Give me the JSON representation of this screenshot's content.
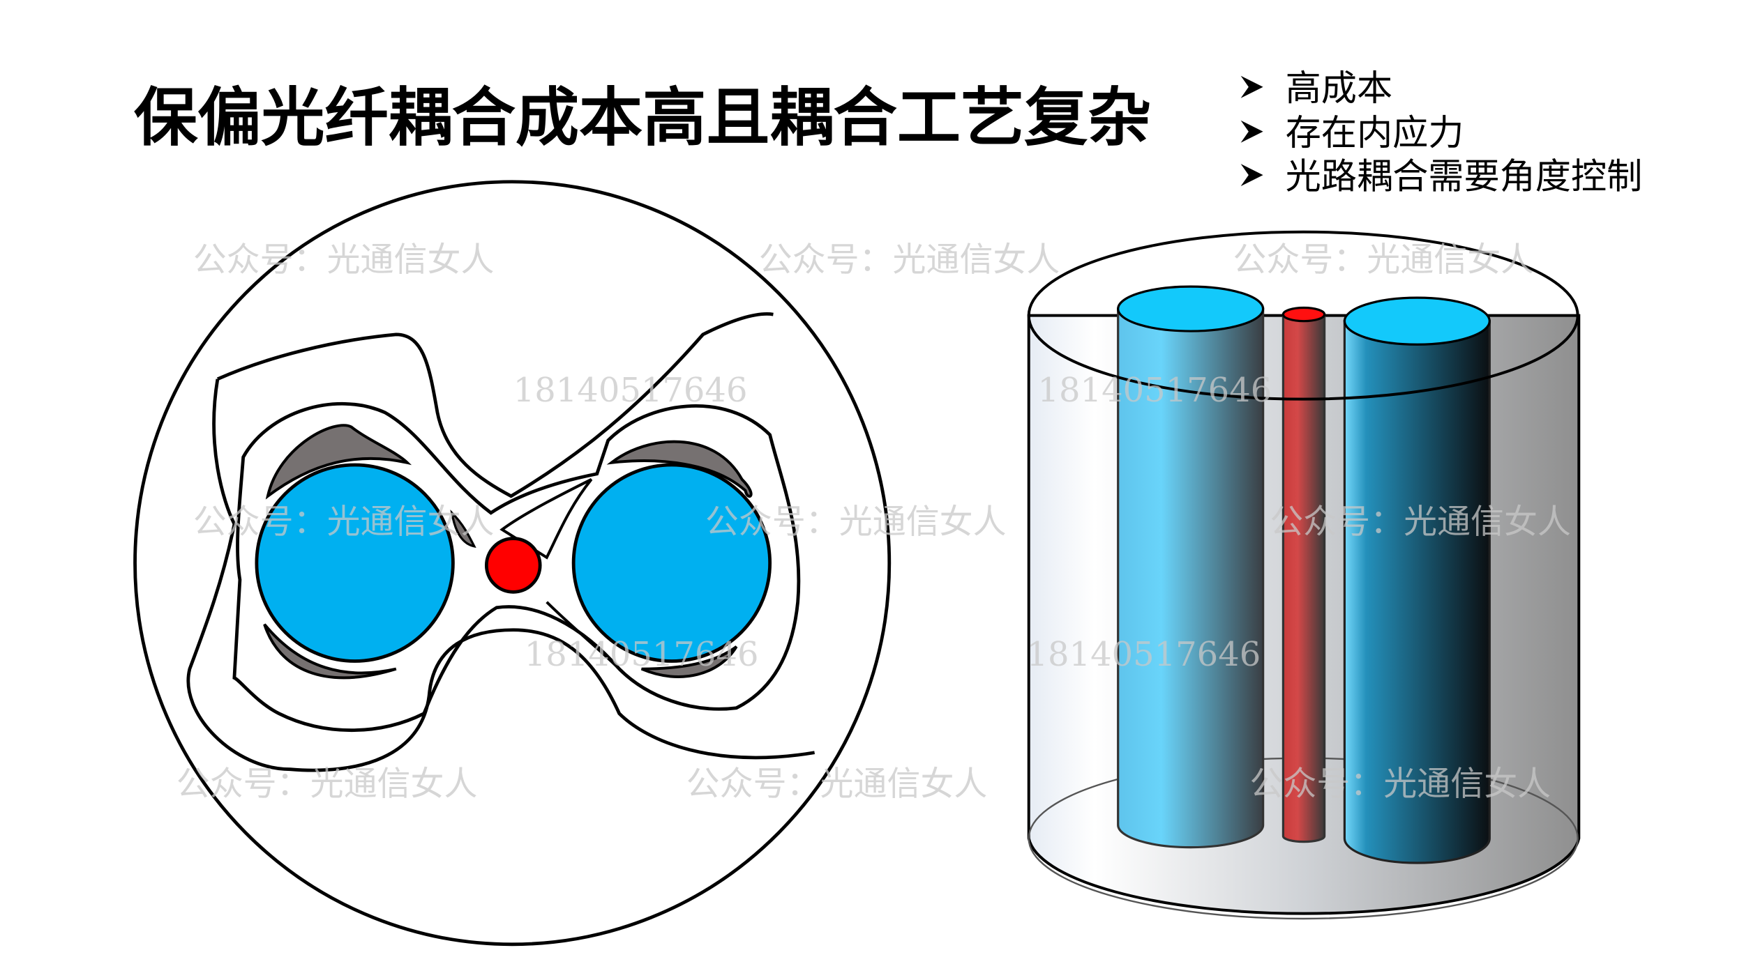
{
  "slide": {
    "title": "保偏光纤耦合成本高且耦合工艺复杂",
    "bullets": [
      {
        "icon": "arrow-bullet-icon",
        "text": "高成本"
      },
      {
        "icon": "arrow-bullet-icon",
        "text": "存在内应力"
      },
      {
        "icon": "arrow-bullet-icon",
        "text": "光路耦合需要角度控制"
      }
    ]
  },
  "watermarks": {
    "account": "公众号：光通信女人",
    "phone": "18140517646"
  },
  "colors": {
    "stress_rod_blue": "#00b0f0",
    "core_red": "#ff0000",
    "stress_region_gray": "#767171"
  }
}
